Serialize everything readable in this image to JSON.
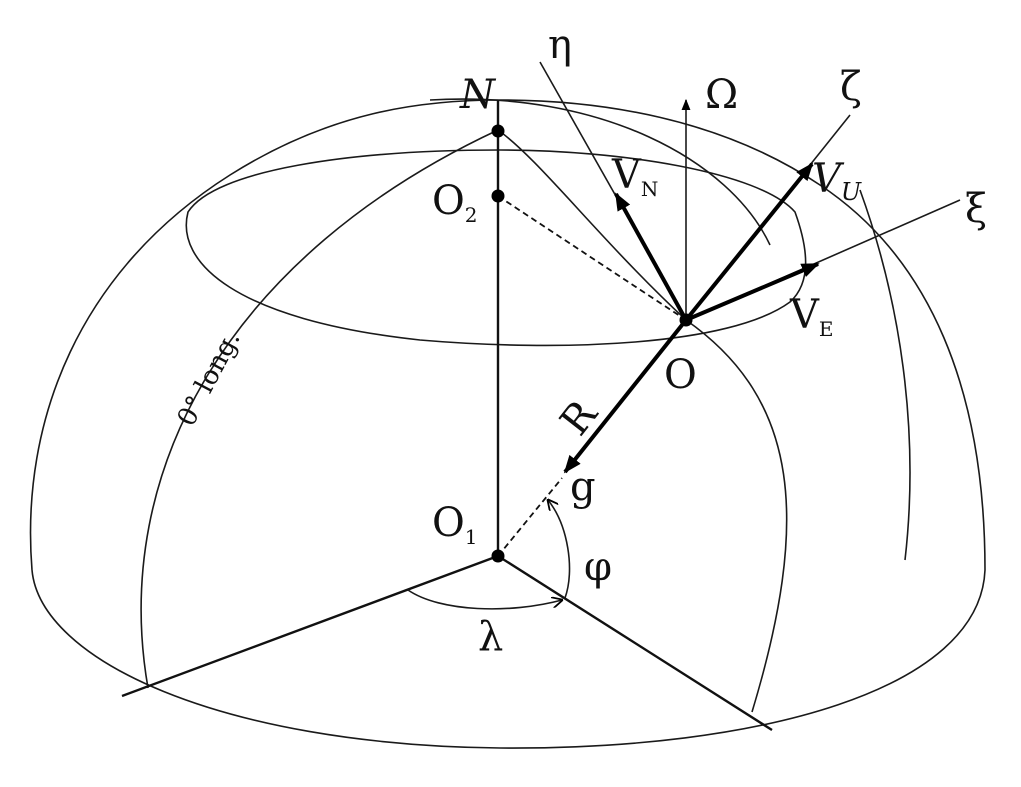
{
  "labels": {
    "north_pole": "N",
    "eta_axis": "η",
    "omega": "Ω",
    "zeta_axis": "ζ",
    "xi_axis": "ξ",
    "v_north": {
      "base": "V",
      "sub": "N"
    },
    "v_up": {
      "base": "V",
      "sub": "U"
    },
    "v_east": {
      "base": "V",
      "sub": "E"
    },
    "o2": {
      "base": "O",
      "sub": "2"
    },
    "o1": {
      "base": "O",
      "sub": "1"
    },
    "origin": "O",
    "radius": "R",
    "gravity": "g",
    "latitude": "φ",
    "longitude": "λ",
    "prime_meridian": "0° long."
  }
}
